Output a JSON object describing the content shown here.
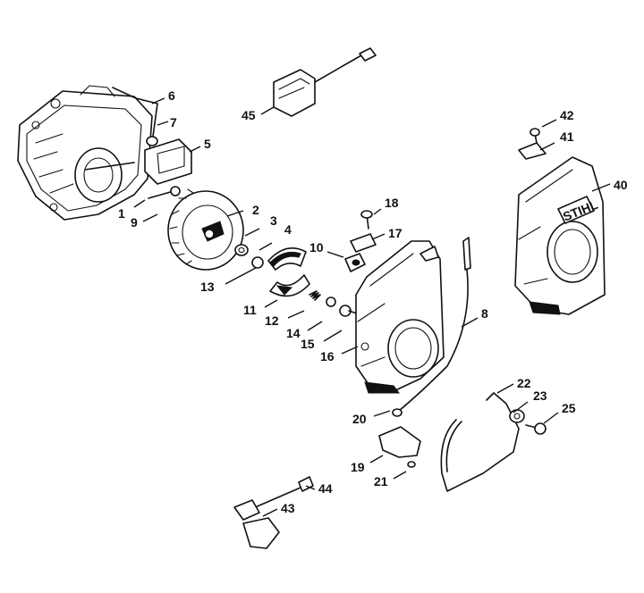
{
  "brand_text": "STIHL",
  "labels": [
    {
      "id": "1",
      "text": "1"
    },
    {
      "id": "2",
      "text": "2"
    },
    {
      "id": "3",
      "text": "3"
    },
    {
      "id": "4",
      "text": "4"
    },
    {
      "id": "5",
      "text": "5"
    },
    {
      "id": "6",
      "text": "6"
    },
    {
      "id": "7",
      "text": "7"
    },
    {
      "id": "8",
      "text": "8"
    },
    {
      "id": "9",
      "text": "9"
    },
    {
      "id": "10",
      "text": "10"
    },
    {
      "id": "11",
      "text": "11"
    },
    {
      "id": "12",
      "text": "12"
    },
    {
      "id": "13",
      "text": "13"
    },
    {
      "id": "14",
      "text": "14"
    },
    {
      "id": "15",
      "text": "15"
    },
    {
      "id": "16",
      "text": "16"
    },
    {
      "id": "17",
      "text": "17"
    },
    {
      "id": "18",
      "text": "18"
    },
    {
      "id": "19",
      "text": "19"
    },
    {
      "id": "20",
      "text": "20"
    },
    {
      "id": "21",
      "text": "21"
    },
    {
      "id": "22",
      "text": "22"
    },
    {
      "id": "23",
      "text": "23"
    },
    {
      "id": "25",
      "text": "25"
    },
    {
      "id": "40",
      "text": "40"
    },
    {
      "id": "41",
      "text": "41"
    },
    {
      "id": "42",
      "text": "42"
    },
    {
      "id": "43",
      "text": "43"
    },
    {
      "id": "44",
      "text": "44"
    },
    {
      "id": "45",
      "text": "45"
    }
  ]
}
